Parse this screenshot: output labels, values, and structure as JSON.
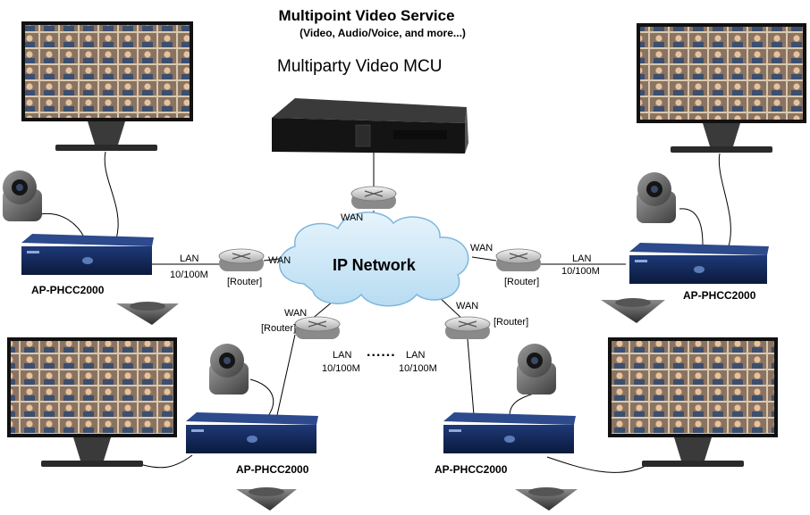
{
  "title": "Multipoint Video Service",
  "subtitle": "(Video, Audio/Voice, and more...)",
  "mcu_label": "Multiparty Video MCU",
  "network_label": "IP Network",
  "wan": "WAN",
  "lan": "LAN",
  "speed": "10/100M",
  "router": "[Router]",
  "device": "AP-PHCC2000",
  "ellipsis": "......",
  "icons": [
    "monitor-icon",
    "ptz-camera-icon",
    "video-terminal-icon",
    "conference-microphone-icon",
    "router-icon",
    "rack-server-icon",
    "cloud-icon"
  ]
}
